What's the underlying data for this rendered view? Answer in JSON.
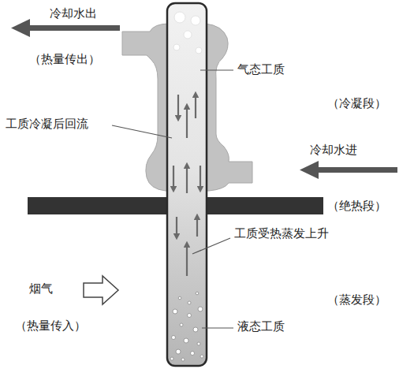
{
  "diagram": {
    "labels": [
      "冷却水出",
      "（热量传出）",
      "气态工质",
      "（冷凝段）",
      "工质冷凝后回流",
      "冷却水进",
      "（绝热段）",
      "工质受热蒸发上升",
      "烟气",
      "（热量传入）",
      "（蒸发段）",
      "液态工质"
    ]
  }
}
